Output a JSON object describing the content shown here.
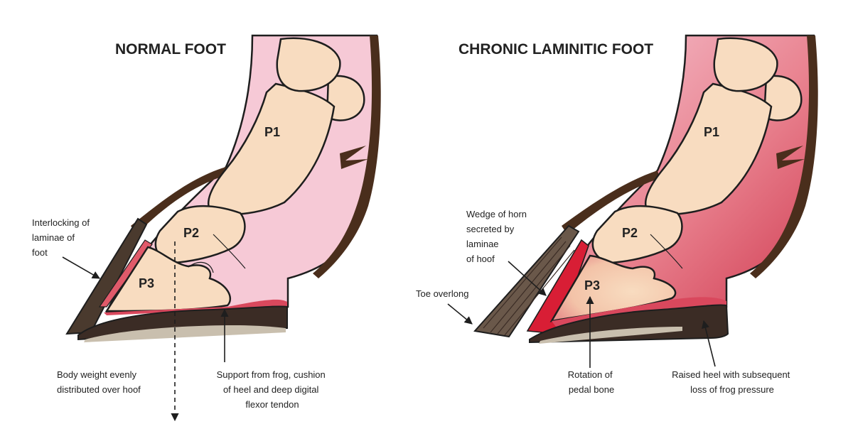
{
  "colors": {
    "hoof_wall": "#4a3a2e",
    "hair": "#4a2e1c",
    "skin_pink": "#f6c9d6",
    "bone": "#f8dcc0",
    "laminae": "#e05a6a",
    "wedge": "#d81e35",
    "sole": "#3b2c25",
    "frog_layer": "#c9bfae",
    "inflamed": "#d9485d",
    "outline": "#1e1e1e"
  },
  "normal_foot": {
    "title": "NORMAL FOOT",
    "bones": {
      "p1": "P1",
      "p2": "P2",
      "p3": "P3"
    },
    "laminae_note": [
      "Interlocking of",
      "laminae of",
      "foot"
    ],
    "weight_note": [
      "Body weight evenly",
      "distributed over hoof"
    ],
    "support_note": [
      "Support from frog, cushion",
      "of heel and deep digital",
      "flexor tendon"
    ]
  },
  "laminitic_foot": {
    "title": "CHRONIC LAMINITIC FOOT",
    "bones": {
      "p1": "P1",
      "p2": "P2",
      "p3": "P3"
    },
    "wedge_note": [
      "Wedge of horn",
      "secreted by",
      "laminae",
      "of hoof"
    ],
    "toe_note": [
      "Toe overlong"
    ],
    "rotation_note": [
      "Rotation of",
      "pedal bone"
    ],
    "heel_note": [
      "Raised heel with subsequent",
      "loss of frog pressure"
    ]
  }
}
